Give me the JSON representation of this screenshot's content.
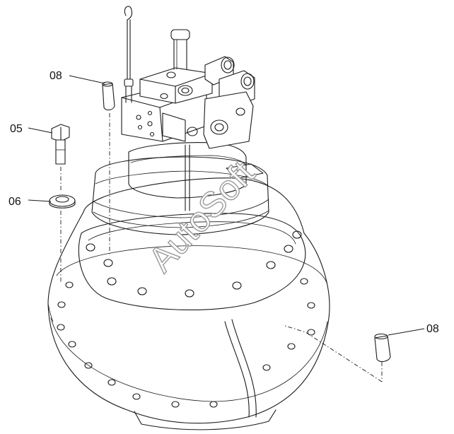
{
  "diagram": {
    "part_labels": [
      {
        "id": "label-08-top",
        "text": "08"
      },
      {
        "id": "label-05",
        "text": "05"
      },
      {
        "id": "label-06",
        "text": "06"
      },
      {
        "id": "label-08-right",
        "text": "08"
      }
    ],
    "watermark": "AutoSoft",
    "colors": {
      "ink": "#1a1a1a",
      "background": "#ffffff",
      "watermark_outline": "#9a9a9a"
    }
  }
}
